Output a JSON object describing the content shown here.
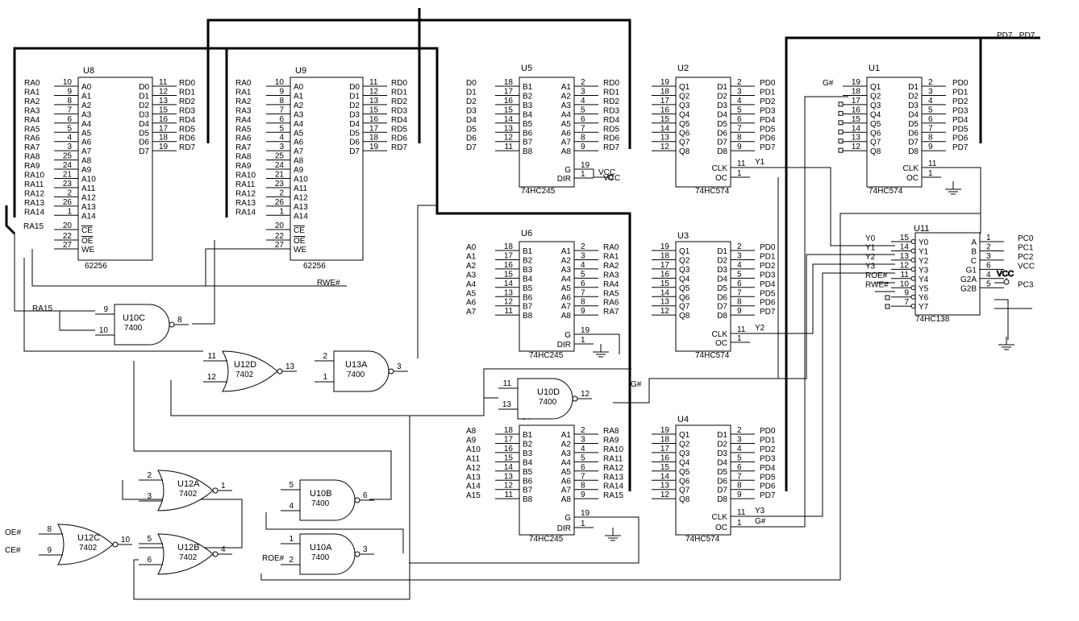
{
  "colors": {
    "wire": "#000000",
    "background": "#ffffff"
  },
  "bus_labels": {
    "pd_bus": "PD7...PD7"
  },
  "chips": {
    "U8": {
      "ref": "U8",
      "part": "62256",
      "left": [
        [
          "10",
          "A0"
        ],
        [
          "9",
          "A1"
        ],
        [
          "8",
          "A2"
        ],
        [
          "7",
          "A3"
        ],
        [
          "6",
          "A4"
        ],
        [
          "5",
          "A5"
        ],
        [
          "4",
          "A6"
        ],
        [
          "3",
          "A7"
        ],
        [
          "25",
          "A8"
        ],
        [
          "24",
          "A9"
        ],
        [
          "21",
          "A10"
        ],
        [
          "23",
          "A11"
        ],
        [
          "2",
          "A12"
        ],
        [
          "26",
          "A13"
        ],
        [
          "1",
          "A14"
        ]
      ],
      "right": [
        [
          "11",
          "D0"
        ],
        [
          "12",
          "D1"
        ],
        [
          "13",
          "D2"
        ],
        [
          "15",
          "D3"
        ],
        [
          "16",
          "D4"
        ],
        [
          "17",
          "D5"
        ],
        [
          "18",
          "D6"
        ],
        [
          "19",
          "D7"
        ]
      ],
      "ctrl": [
        [
          "20",
          "CE"
        ],
        [
          "22",
          "OE"
        ],
        [
          "27",
          "WE"
        ]
      ],
      "left_nets": [
        "RA0",
        "RA1",
        "RA2",
        "RA3",
        "RA4",
        "RA5",
        "RA6",
        "RA7",
        "RA8",
        "RA9",
        "RA10",
        "RA11",
        "RA12",
        "RA13",
        "RA14"
      ],
      "right_nets": [
        "RD0",
        "RD1",
        "RD2",
        "RD3",
        "RD4",
        "RD5",
        "RD6",
        "RD7"
      ],
      "ctrl_nets": [
        "RA15",
        "",
        ""
      ]
    },
    "U9": {
      "ref": "U9",
      "part": "62256",
      "left": [
        [
          "10",
          "A0"
        ],
        [
          "9",
          "A1"
        ],
        [
          "8",
          "A2"
        ],
        [
          "7",
          "A3"
        ],
        [
          "6",
          "A4"
        ],
        [
          "5",
          "A5"
        ],
        [
          "4",
          "A6"
        ],
        [
          "3",
          "A7"
        ],
        [
          "25",
          "A8"
        ],
        [
          "24",
          "A9"
        ],
        [
          "21",
          "A10"
        ],
        [
          "23",
          "A11"
        ],
        [
          "2",
          "A12"
        ],
        [
          "26",
          "A13"
        ],
        [
          "1",
          "A14"
        ]
      ],
      "right": [
        [
          "11",
          "D0"
        ],
        [
          "12",
          "D1"
        ],
        [
          "13",
          "D2"
        ],
        [
          "15",
          "D3"
        ],
        [
          "16",
          "D4"
        ],
        [
          "17",
          "D5"
        ],
        [
          "18",
          "D6"
        ],
        [
          "19",
          "D7"
        ]
      ],
      "ctrl": [
        [
          "20",
          "CE"
        ],
        [
          "22",
          "OE"
        ],
        [
          "27",
          "WE"
        ]
      ],
      "left_nets": [
        "RA0",
        "RA1",
        "RA2",
        "RA3",
        "RA4",
        "RA5",
        "RA6",
        "RA7",
        "RA8",
        "RA9",
        "RA10",
        "RA11",
        "RA12",
        "RA13",
        "RA14"
      ],
      "right_nets": [
        "RD0",
        "RD1",
        "RD2",
        "RD3",
        "RD4",
        "RD5",
        "RD6",
        "RD7"
      ],
      "ctrl_nets": [
        "",
        "",
        ""
      ]
    },
    "U5": {
      "ref": "U5",
      "part": "74HC245",
      "left": [
        [
          "18",
          "B1"
        ],
        [
          "17",
          "B2"
        ],
        [
          "16",
          "B3"
        ],
        [
          "15",
          "B4"
        ],
        [
          "14",
          "B5"
        ],
        [
          "13",
          "B6"
        ],
        [
          "12",
          "B7"
        ],
        [
          "11",
          "B8"
        ]
      ],
      "right": [
        [
          "2",
          "A1"
        ],
        [
          "3",
          "A2"
        ],
        [
          "4",
          "A3"
        ],
        [
          "5",
          "A4"
        ],
        [
          "6",
          "A5"
        ],
        [
          "7",
          "A6"
        ],
        [
          "8",
          "A7"
        ],
        [
          "9",
          "A8"
        ]
      ],
      "ctrl": [
        [
          "19",
          "G"
        ],
        [
          "1",
          "DIR"
        ]
      ],
      "left_nets": [
        "D0",
        "D1",
        "D2",
        "D3",
        "D4",
        "D5",
        "D6",
        "D7"
      ],
      "right_nets": [
        "RD0",
        "RD1",
        "RD2",
        "RD3",
        "RD4",
        "RD5",
        "RD6",
        "RD7"
      ],
      "ctrl_nets": [
        "",
        "VCC"
      ]
    },
    "U6": {
      "ref": "U6",
      "part": "74HC245",
      "left": [
        [
          "18",
          "B1"
        ],
        [
          "17",
          "B2"
        ],
        [
          "16",
          "B3"
        ],
        [
          "15",
          "B4"
        ],
        [
          "14",
          "B5"
        ],
        [
          "13",
          "B6"
        ],
        [
          "12",
          "B7"
        ],
        [
          "11",
          "B8"
        ]
      ],
      "right": [
        [
          "2",
          "A1"
        ],
        [
          "3",
          "A2"
        ],
        [
          "4",
          "A3"
        ],
        [
          "5",
          "A4"
        ],
        [
          "6",
          "A5"
        ],
        [
          "7",
          "A6"
        ],
        [
          "8",
          "A7"
        ],
        [
          "9",
          "A8"
        ]
      ],
      "ctrl": [
        [
          "19",
          "G"
        ],
        [
          "1",
          "DIR"
        ]
      ],
      "left_nets": [
        "A0",
        "A1",
        "A2",
        "A3",
        "A4",
        "A5",
        "A6",
        "A7"
      ],
      "right_nets": [
        "RA0",
        "RA1",
        "RA2",
        "RA3",
        "RA4",
        "RA5",
        "RA6",
        "RA7"
      ],
      "ctrl_nets": [
        "",
        ""
      ]
    },
    "U7": {
      "ref": "U7",
      "part": "74HC245",
      "left": [
        [
          "18",
          "B1"
        ],
        [
          "17",
          "B2"
        ],
        [
          "16",
          "B3"
        ],
        [
          "15",
          "B4"
        ],
        [
          "14",
          "B5"
        ],
        [
          "13",
          "B6"
        ],
        [
          "12",
          "B7"
        ],
        [
          "11",
          "B8"
        ]
      ],
      "right": [
        [
          "2",
          "A1"
        ],
        [
          "3",
          "A2"
        ],
        [
          "4",
          "A3"
        ],
        [
          "5",
          "A4"
        ],
        [
          "6",
          "A5"
        ],
        [
          "7",
          "A6"
        ],
        [
          "8",
          "A7"
        ],
        [
          "9",
          "A8"
        ]
      ],
      "ctrl": [
        [
          "19",
          "G"
        ],
        [
          "1",
          "DIR"
        ]
      ],
      "left_nets": [
        "A8",
        "A9",
        "A10",
        "A11",
        "A12",
        "A13",
        "A14",
        "A15"
      ],
      "right_nets": [
        "RA8",
        "RA9",
        "RA10",
        "RA11",
        "RA12",
        "RA13",
        "RA14",
        "RA15"
      ],
      "ctrl_nets": [
        "",
        ""
      ]
    },
    "U2": {
      "ref": "U2",
      "part": "74HC574",
      "left": [
        [
          "19",
          "Q1"
        ],
        [
          "18",
          "Q2"
        ],
        [
          "17",
          "Q3"
        ],
        [
          "16",
          "Q4"
        ],
        [
          "15",
          "Q5"
        ],
        [
          "14",
          "Q6"
        ],
        [
          "13",
          "Q7"
        ],
        [
          "12",
          "Q8"
        ]
      ],
      "right": [
        [
          "2",
          "D1"
        ],
        [
          "3",
          "D2"
        ],
        [
          "4",
          "D3"
        ],
        [
          "5",
          "D4"
        ],
        [
          "6",
          "D5"
        ],
        [
          "7",
          "D6"
        ],
        [
          "8",
          "D7"
        ],
        [
          "9",
          "D8"
        ]
      ],
      "ctrl": [
        [
          "11",
          "CLK"
        ],
        [
          "1",
          "OC"
        ]
      ],
      "left_nets": [
        "",
        "",
        "",
        "",
        "",
        "",
        "",
        ""
      ],
      "right_nets": [
        "PD0",
        "PD1",
        "PD2",
        "PD3",
        "PD4",
        "PD5",
        "PD6",
        "PD7"
      ],
      "ctrl_nets": [
        "Y1",
        ""
      ]
    },
    "U3": {
      "ref": "U3",
      "part": "74HC574",
      "left": [
        [
          "19",
          "Q1"
        ],
        [
          "18",
          "Q2"
        ],
        [
          "17",
          "Q3"
        ],
        [
          "16",
          "Q4"
        ],
        [
          "15",
          "Q5"
        ],
        [
          "14",
          "Q6"
        ],
        [
          "13",
          "Q7"
        ],
        [
          "12",
          "Q8"
        ]
      ],
      "right": [
        [
          "2",
          "D1"
        ],
        [
          "3",
          "D2"
        ],
        [
          "4",
          "D3"
        ],
        [
          "5",
          "D4"
        ],
        [
          "6",
          "D5"
        ],
        [
          "7",
          "D6"
        ],
        [
          "8",
          "D7"
        ],
        [
          "9",
          "D8"
        ]
      ],
      "ctrl": [
        [
          "11",
          "CLK"
        ],
        [
          "1",
          "OC"
        ]
      ],
      "left_nets": [
        "",
        "",
        "",
        "",
        "",
        "",
        "",
        ""
      ],
      "right_nets": [
        "PD0",
        "PD1",
        "PD2",
        "PD3",
        "PD4",
        "PD5",
        "PD6",
        "PD7"
      ],
      "ctrl_nets": [
        "Y2",
        ""
      ]
    },
    "U4": {
      "ref": "U4",
      "part": "74HC574",
      "left": [
        [
          "19",
          "Q1"
        ],
        [
          "18",
          "Q2"
        ],
        [
          "17",
          "Q3"
        ],
        [
          "16",
          "Q4"
        ],
        [
          "15",
          "Q5"
        ],
        [
          "14",
          "Q6"
        ],
        [
          "13",
          "Q7"
        ],
        [
          "12",
          "Q8"
        ]
      ],
      "right": [
        [
          "2",
          "D1"
        ],
        [
          "3",
          "D2"
        ],
        [
          "4",
          "D3"
        ],
        [
          "5",
          "D4"
        ],
        [
          "6",
          "D5"
        ],
        [
          "7",
          "D6"
        ],
        [
          "8",
          "D7"
        ],
        [
          "9",
          "D8"
        ]
      ],
      "ctrl": [
        [
          "11",
          "CLK"
        ],
        [
          "1",
          "OC"
        ]
      ],
      "left_nets": [
        "",
        "",
        "",
        "",
        "",
        "",
        "",
        ""
      ],
      "right_nets": [
        "PD0",
        "PD1",
        "PD2",
        "PD3",
        "PD4",
        "PD5",
        "PD6",
        "PD7"
      ],
      "ctrl_nets": [
        "Y3",
        "G#"
      ]
    },
    "U1": {
      "ref": "U1",
      "part": "74HC574",
      "left": [
        [
          "19",
          "Q1"
        ],
        [
          "18",
          "Q2"
        ],
        [
          "17",
          "Q3"
        ],
        [
          "16",
          "Q4"
        ],
        [
          "15",
          "Q5"
        ],
        [
          "14",
          "Q6"
        ],
        [
          "13",
          "Q7"
        ],
        [
          "12",
          "Q8"
        ]
      ],
      "right": [
        [
          "2",
          "D1"
        ],
        [
          "3",
          "D2"
        ],
        [
          "4",
          "D3"
        ],
        [
          "5",
          "D4"
        ],
        [
          "6",
          "D5"
        ],
        [
          "7",
          "D6"
        ],
        [
          "8",
          "D7"
        ],
        [
          "9",
          "D8"
        ]
      ],
      "ctrl": [
        [
          "11",
          "CLK"
        ],
        [
          "1",
          "OC"
        ]
      ],
      "left_nets": [
        "G#",
        "",
        "",
        "",
        "",
        "",
        "",
        ""
      ],
      "right_nets": [
        "PD0",
        "PD1",
        "PD2",
        "PD3",
        "PD4",
        "PD5",
        "PD6",
        "PD7"
      ],
      "ctrl_nets": [
        "",
        ""
      ]
    },
    "U11": {
      "ref": "U11",
      "part": "74HC138",
      "left": [
        [
          "15",
          "Y0"
        ],
        [
          "14",
          "Y1"
        ],
        [
          "13",
          "Y2"
        ],
        [
          "12",
          "Y3"
        ],
        [
          "11",
          "Y4"
        ],
        [
          "10",
          "Y5"
        ],
        [
          "9",
          "Y6"
        ],
        [
          "7",
          "Y7"
        ]
      ],
      "right": [
        [
          "1",
          "A"
        ],
        [
          "2",
          "B"
        ],
        [
          "3",
          "C"
        ],
        [
          "6",
          "G1"
        ],
        [
          "4",
          "G2A"
        ],
        [
          "5",
          "G2B"
        ]
      ],
      "left_nets": [
        "Y0",
        "Y1",
        "Y2",
        "Y3",
        "ROE#",
        "RWE#",
        "",
        ""
      ],
      "right_nets": [
        "PC0",
        "PC1",
        "PC2",
        "VCC",
        "",
        "PC3"
      ]
    }
  },
  "gates": {
    "U10C": {
      "ref": "U10C",
      "part": "7400",
      "in": [
        "9",
        "10"
      ],
      "out": "8"
    },
    "U12D": {
      "ref": "U12D",
      "part": "7402",
      "in": [
        "11",
        "12"
      ],
      "out": "13"
    },
    "U13A": {
      "ref": "U13A",
      "part": "7400",
      "in": [
        "2",
        "1"
      ],
      "out": "3"
    },
    "U10D": {
      "ref": "U10D",
      "part": "7400",
      "in": [
        "11",
        "13"
      ],
      "out": "12"
    },
    "U12A": {
      "ref": "U12A",
      "part": "7402",
      "in": [
        "2",
        "3"
      ],
      "out": "1"
    },
    "U10B": {
      "ref": "U10B",
      "part": "7400",
      "in": [
        "5",
        "4"
      ],
      "out": "6"
    },
    "U12C": {
      "ref": "U12C",
      "part": "7402",
      "in": [
        "8",
        "9"
      ],
      "out": "10"
    },
    "U12B": {
      "ref": "U12B",
      "part": "7402",
      "in": [
        "5",
        "6"
      ],
      "out": "4"
    },
    "U10A": {
      "ref": "U10A",
      "part": "7400",
      "in": [
        "1",
        "2"
      ],
      "out": "3"
    }
  },
  "net_labels": {
    "rwe": "RWE#",
    "ra15": "RA15",
    "gsharp": "G#",
    "roe": "ROE#",
    "oe": "OE#",
    "ce": "CE#",
    "vcc": "VCC"
  }
}
